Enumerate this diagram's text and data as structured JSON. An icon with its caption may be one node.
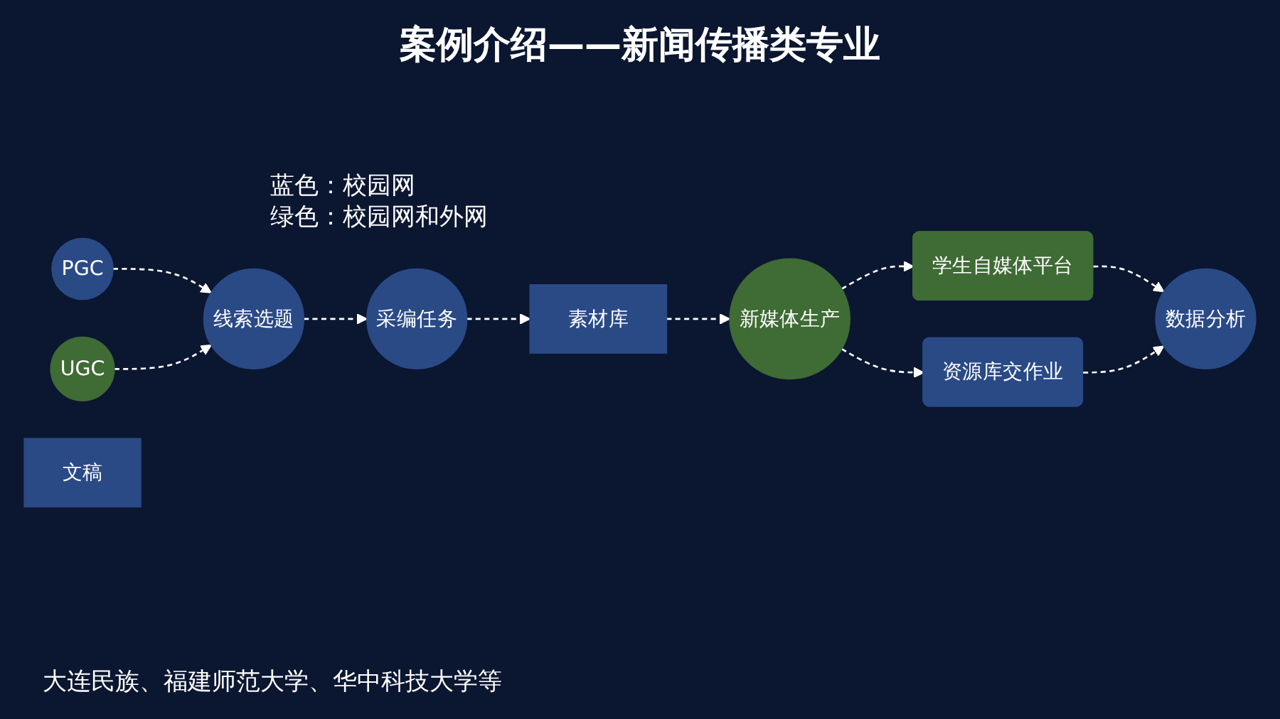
{
  "diagram": {
    "title": "案例介绍——新闻传播类专业",
    "nodes": [
      {
        "text": [
          "PGC"
        ]
      },
      {
        "text": [
          "UGC"
        ]
      },
      {
        "text": [
          "线索选题"
        ]
      },
      {
        "text": [
          "采编任务"
        ]
      },
      {
        "text": [
          "素材库"
        ]
      },
      {
        "text": [
          "文稿"
        ]
      },
      {
        "text": [
          "新媒体生产"
        ]
      },
      {
        "text": [
          "学生自媒体平台"
        ]
      },
      {
        "text": [
          "数据分析"
        ]
      },
      {
        "text": [
          "资源库交作业"
        ]
      }
    ],
    "edges": [
      {
        "from": 0,
        "to": 2,
        "arrow": "to",
        "style": "dashed"
      },
      {
        "from": 1,
        "to": 2,
        "arrow": "to",
        "style": "dashed"
      },
      {
        "from": 2,
        "to": 3,
        "arrow": "to",
        "style": "dashed"
      },
      {
        "from": 3,
        "to": 4,
        "arrow": "to",
        "style": "dashed"
      },
      {
        "from": 4,
        "to": 6,
        "arrow": "to",
        "style": "dashed"
      },
      {
        "from": 6,
        "to": 7,
        "arrow": "to",
        "style": "dashed"
      },
      {
        "from": 6,
        "to": 9,
        "arrow": "to",
        "style": "dashed"
      },
      {
        "from": 7,
        "to": 8,
        "arrow": "to",
        "style": "dashed"
      },
      {
        "from": 9,
        "to": 8,
        "arrow": "to",
        "style": "dashed"
      }
    ],
    "labels": [
      "蓝色：校园网",
      "绿色：校园网和外网",
      "大连民族、福建师范大学、华中科技大学等"
    ]
  }
}
